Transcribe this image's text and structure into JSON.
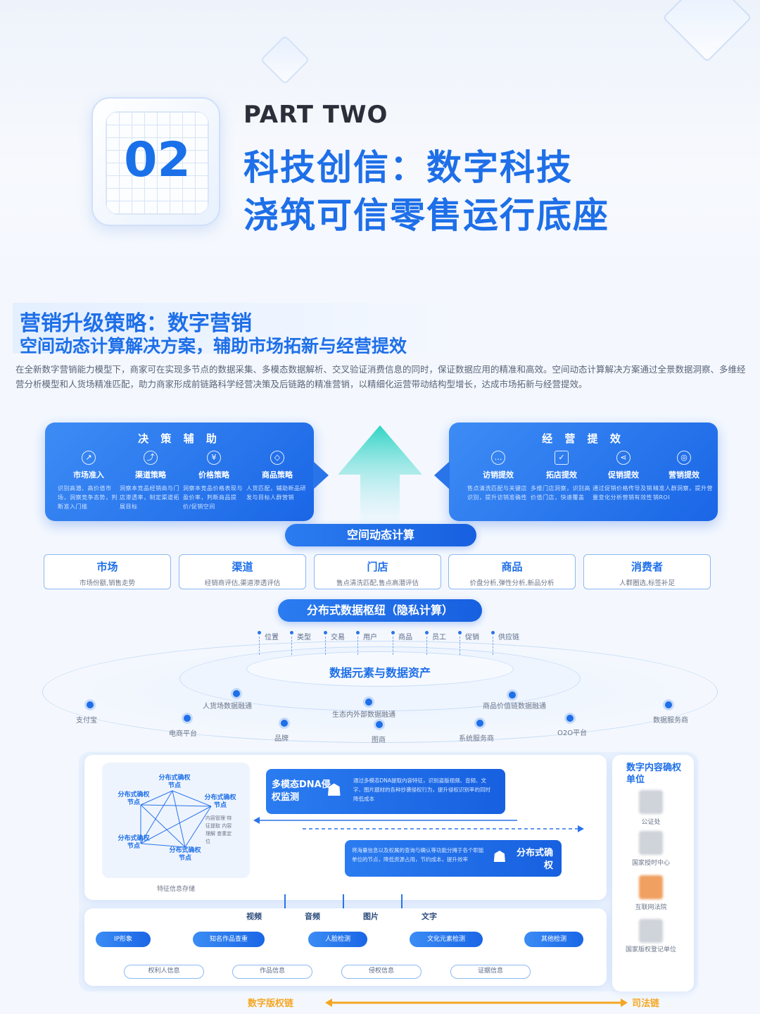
{
  "header": {
    "badge_number": "02",
    "part_label": "PART TWO",
    "title_line1": "科技创信：数字科技",
    "title_line2": "浇筑可信零售运行底座"
  },
  "section": {
    "title_line1": "营销升级策略：数字营销",
    "title_line2": "空间动态计算解决方案，辅助市场拓新与经营提效",
    "intro": "在全新数字营销能力模型下，商家可在实现多节点的数据采集、多模态数据解析、交叉验证消费信息的同时，保证数据应用的精准和高效。空间动态计算解决方案通过全景数据洞察、多维经营分析模型和人货场精准匹配，助力商家形成前链路科学经营决策及后链路的精准营销，以精细化运营带动结构型增长，达成市场拓新与经营提效。"
  },
  "left_panel": {
    "title": "决 策 辅 助",
    "items": [
      {
        "icon": "chart-icon",
        "label": "市场准入",
        "desc": "识别高潜、高价值市场，洞察竞争态势，判断准入门槛"
      },
      {
        "icon": "trend-icon",
        "label": "渠道策略",
        "desc": "洞察本竞品经销商与门店渗透率，制定渠道拓展目标"
      },
      {
        "icon": "price-icon",
        "label": "价格策略",
        "desc": "洞察本竞品价格表现与盈价率，判断商品提价/促销空间"
      },
      {
        "icon": "tag-icon",
        "label": "商品策略",
        "desc": "人货匹配，辅助新品研发与目标人群营销"
      }
    ]
  },
  "right_panel": {
    "title": "经 营 提 效",
    "items": [
      {
        "icon": "chat-icon",
        "label": "访销提效",
        "desc": "售点清洗匹配与关键店识别，提升访销准确性"
      },
      {
        "icon": "check-icon",
        "label": "拓店提效",
        "desc": "多维门店洞察，识别高价值门店，快速覆盖"
      },
      {
        "icon": "share-icon",
        "label": "促销提效",
        "desc": "通过促销价格传导及销量变化分析营销有效性"
      },
      {
        "icon": "target-icon",
        "label": "营销提效",
        "desc": "精准人群洞察，提升营销ROI"
      }
    ]
  },
  "center_label": "空间动态计算",
  "cards": [
    {
      "title": "市场",
      "desc": "市场份额,销售走势"
    },
    {
      "title": "渠道",
      "desc": "经销商评估,渠道渗透评估"
    },
    {
      "title": "门店",
      "desc": "售点清洗匹配,售点高潜评估"
    },
    {
      "title": "商品",
      "desc": "价盘分析,弹性分析,新品分析"
    },
    {
      "title": "消费者",
      "desc": "人群圈选,标签补足"
    }
  ],
  "hub_label": "分布式数据枢纽（隐私计算）",
  "data_elements": [
    "位置",
    "类型",
    "交易",
    "用户",
    "商品",
    "员工",
    "促销",
    "供应链"
  ],
  "data_asset_label": "数据元素与数据资产",
  "ring_labels": {
    "inner": [
      "人货场数据融通",
      "生态内外部数据融通",
      "商品价值链数据融通"
    ],
    "outer": [
      "支付宝",
      "电商平台",
      "品牌",
      "图商",
      "系统服务商",
      "O2O平台",
      "数据服务商"
    ]
  },
  "copyright": {
    "nodes": [
      "分布式确权节点",
      "分布式确权节点",
      "分布式确权节点",
      "分布式确权节点",
      "分布式确权节点"
    ],
    "node_sub": "内容管理 特征提取 内容理解 查重定位",
    "storage_label": "特征信息存储",
    "dna_title": "多模态DNA侵权监测",
    "dna_desc": "通过多模态DNA提取内容特征，识别盗版视频、音频、文字、图片题材的各种抄袭侵权行为，提升侵权识别率的同时降低成本",
    "dist_title": "分布式确权",
    "dist_desc": "将海量信息以及权属的查询与确认等功能分摊于各个职能单位的节点，降低资源占用，节约成本，提升效率",
    "media": [
      "视频",
      "音频",
      "图片",
      "文字"
    ],
    "detect_buttons": [
      "IP形象",
      "知名作品查重",
      "人脸检测",
      "文化元素检测",
      "其他检测"
    ],
    "info_buttons": [
      "权利人信息",
      "作品信息",
      "侵权信息",
      "证据信息"
    ],
    "right_title": "数字内容确权单位",
    "institutions": [
      "公证处",
      "国家授时中心",
      "互联网法院",
      "国家版权登记单位"
    ],
    "chain_left": "数字版权链",
    "chain_right": "司法链"
  },
  "colors": {
    "accent": "#1e6fe8",
    "panel": "#2a74ea",
    "orange": "#f5a623"
  }
}
